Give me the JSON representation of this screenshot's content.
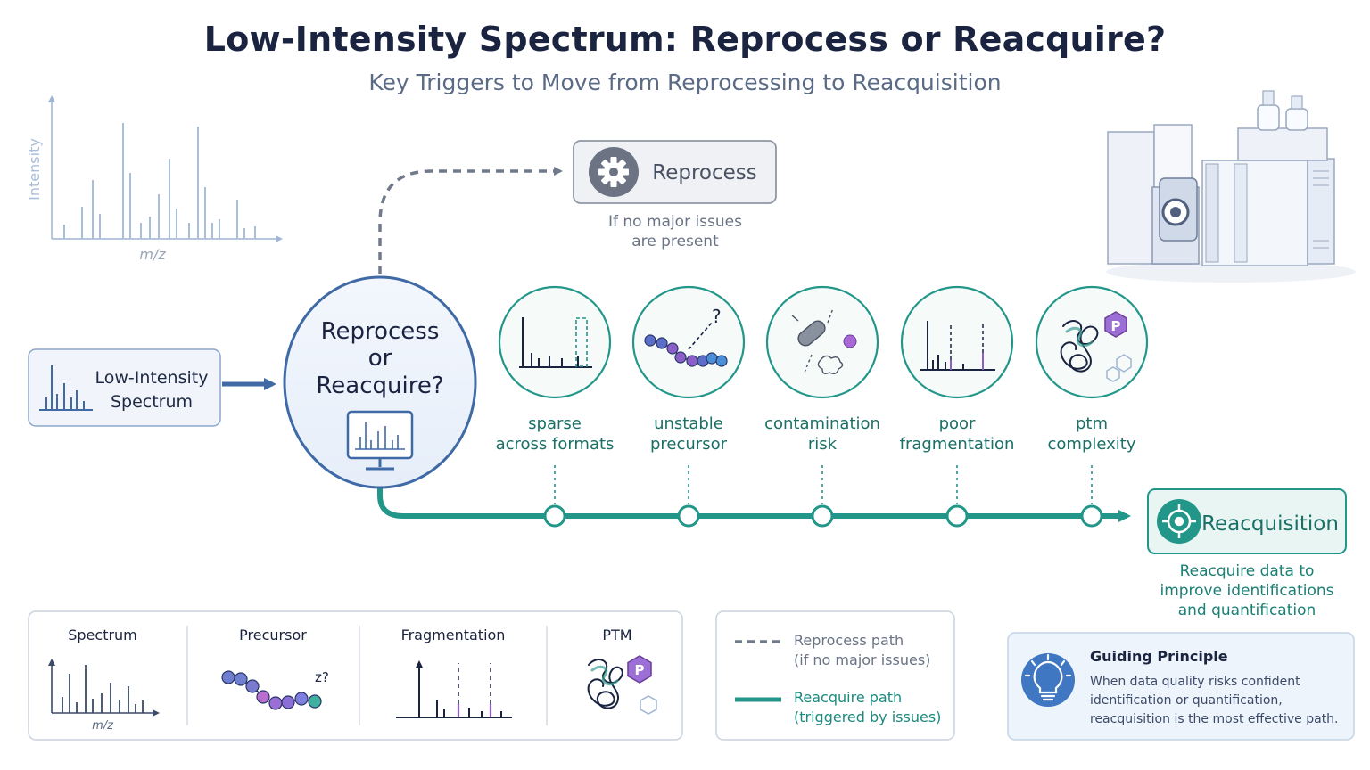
{
  "title": "Low-Intensity Spectrum: Reprocess or Reacquire?",
  "subtitle": "Key Triggers to Move from Reprocessing to Reacquisition",
  "background_spectrum": {
    "ylabel": "Intensity",
    "xlabel": "m/z"
  },
  "input_box": {
    "line1": "Low-Intensity",
    "line2": "Spectrum"
  },
  "decision": {
    "line1": "Reprocess",
    "line2": "or",
    "line3": "Reacquire?"
  },
  "reprocess": {
    "label": "Reprocess",
    "caption_line1": "If no major issues",
    "caption_line2": "are present"
  },
  "triggers": [
    {
      "line1": "sparse",
      "line2": "across formats",
      "icon": "sparse-spectrum-icon"
    },
    {
      "line1": "unstable",
      "line2": "precursor",
      "icon": "unstable-precursor-icon"
    },
    {
      "line1": "contamination",
      "line2": "risk",
      "icon": "contamination-icon"
    },
    {
      "line1": "poor",
      "line2": "fragmentation",
      "icon": "fragmentation-icon"
    },
    {
      "line1": "ptm",
      "line2": "complexity",
      "icon": "ptm-protein-icon"
    }
  ],
  "reacquisition": {
    "label": "Reacquisition",
    "caption_line1": "Reacquire data to",
    "caption_line2": "improve identifications",
    "caption_line3": "and quantification"
  },
  "legend_panels": {
    "spectrum": {
      "title": "Spectrum",
      "xlabel": "m/z"
    },
    "precursor": {
      "title": "Precursor",
      "charge_label": "z?"
    },
    "fragmentation": {
      "title": "Fragmentation"
    },
    "ptm": {
      "title": "PTM",
      "badge": "P"
    }
  },
  "path_legend": {
    "reprocess_line1": "Reprocess path",
    "reprocess_line2": "(if no major issues)",
    "reacquire_line1": "Reacquire path",
    "reacquire_line2": "(triggered by issues)"
  },
  "principle": {
    "title": "Guiding Principle",
    "line1": "When data quality risks confident",
    "line2": "identification or quantification,",
    "line3": "reacquisition is the most effective path."
  },
  "colors": {
    "navy": "#1a2340",
    "blue": "#3f6aa6",
    "teal": "#23968a",
    "gray": "#707a8a",
    "purple": "#8b5fc7"
  }
}
